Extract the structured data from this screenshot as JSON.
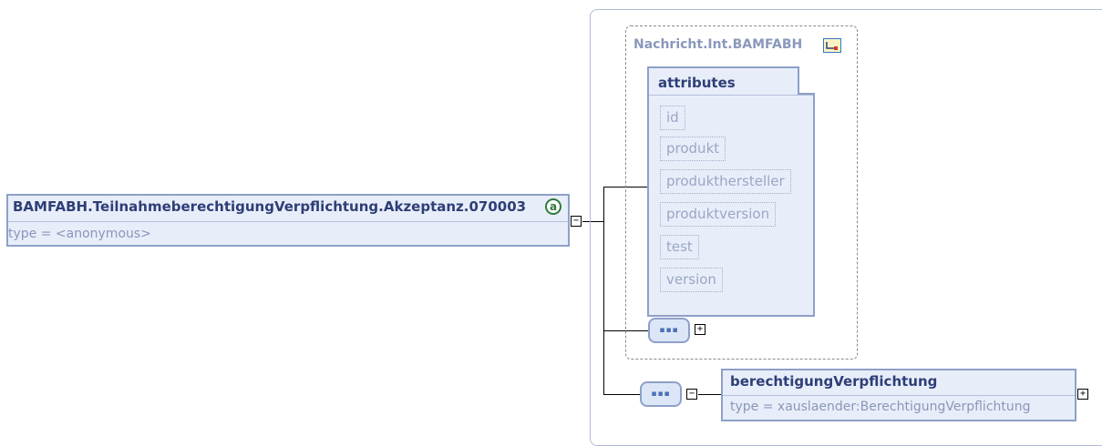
{
  "root_element": {
    "name": "BAMFABH.TeilnahmeberechtigungVerpflichtung.Akzeptanz.070003",
    "type_text": "type = <anonymous>",
    "annotation_symbol": "a",
    "collapse_symbol": "−"
  },
  "attribute_group": {
    "name": "Nachricht.Int.BAMFABH",
    "attributes_title": "attributes",
    "attributes": [
      "id",
      "produkt",
      "produkthersteller",
      "produktversion",
      "test",
      "version"
    ]
  },
  "sequence_1": {
    "dots": "▪▪▪",
    "expand_symbol": "+"
  },
  "sequence_2": {
    "dots": "▪▪▪",
    "collapse_symbol": "−"
  },
  "child_element": {
    "name": "berechtigungVerpflichtung",
    "type_text": "type = xauslaender:BerechtigungVerpflichtung",
    "expand_symbol": "+"
  }
}
